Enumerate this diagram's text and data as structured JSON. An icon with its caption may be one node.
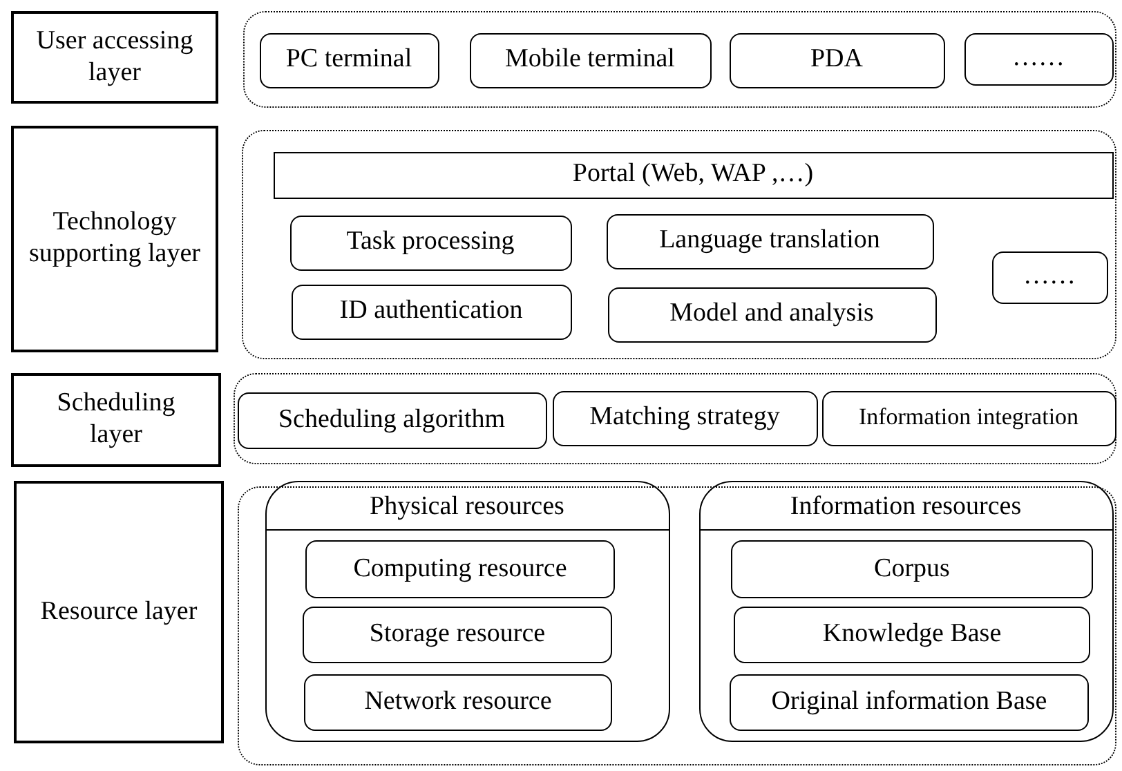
{
  "diagram": {
    "nodes": [
      {
        "text": [
          "User accessing layer"
        ]
      },
      {
        "text": [],
        "shape": "box"
      },
      {
        "text": [
          "PC terminal"
        ],
        "in": 1
      },
      {
        "text": [
          "Mobile terminal"
        ],
        "in": 1
      },
      {
        "text": [
          "PDA"
        ],
        "in": 1
      },
      {
        "text": [
          "……"
        ],
        "in": 1
      },
      {
        "text": [
          "Technology supporting layer"
        ]
      },
      {
        "text": [],
        "shape": "box"
      },
      {
        "text": [
          "Portal (Web, WAP ,…)"
        ],
        "in": 7
      },
      {
        "text": [
          "Task processing"
        ],
        "in": 7
      },
      {
        "text": [
          "Language translation"
        ],
        "in": 7
      },
      {
        "text": [
          "ID authentication"
        ],
        "in": 7
      },
      {
        "text": [
          "Model and analysis"
        ],
        "in": 7
      },
      {
        "text": [
          "……"
        ],
        "in": 7
      },
      {
        "text": [
          "Scheduling layer"
        ]
      },
      {
        "text": [],
        "shape": "box"
      },
      {
        "text": [
          "Scheduling algorithm"
        ],
        "in": 15
      },
      {
        "text": [
          "Matching strategy"
        ],
        "in": 15
      },
      {
        "text": [
          "Information integration"
        ],
        "in": 15
      },
      {
        "text": [
          "Resource layer"
        ]
      },
      {
        "text": [],
        "shape": "box"
      },
      {
        "text": [
          "Physical resources"
        ],
        "in": 20
      },
      {
        "text": [
          "Computing resource"
        ],
        "in": 21
      },
      {
        "text": [
          "Storage resource"
        ],
        "in": 21
      },
      {
        "text": [
          "Network resource"
        ],
        "in": 21
      },
      {
        "text": [
          "Information resources"
        ],
        "in": 20
      },
      {
        "text": [
          "Corpus"
        ],
        "in": 25
      },
      {
        "text": [
          "Knowledge Base"
        ],
        "in": 25
      },
      {
        "text": [
          "Original information Base"
        ],
        "in": 25
      }
    ]
  }
}
